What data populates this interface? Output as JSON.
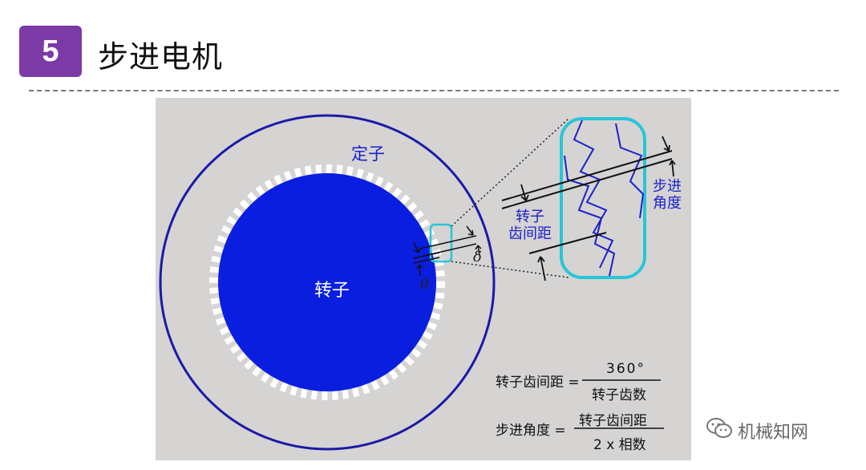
{
  "header": {
    "section_number": "5",
    "title": "步进电机"
  },
  "diagram": {
    "stator_label": "定子",
    "rotor_label": "转子",
    "delta_symbol": "δ",
    "theta_symbol": "θ",
    "tooth_pitch_label_line1": "转子",
    "tooth_pitch_label_line2": "齿间距",
    "step_angle_label_line1": "步进",
    "step_angle_label_line2": "角度"
  },
  "formulas": {
    "f1_lhs": "转子齿间距 =",
    "f1_numerator": "360°",
    "f1_denominator": "转子齿数",
    "f2_lhs": "步进角度 =",
    "f2_numerator": "转子齿间距",
    "f2_denominator": "2 x 相数"
  },
  "watermark": {
    "text": "机械知网",
    "icon": "wechat-icon"
  },
  "colors": {
    "badge": "#7b3aa6",
    "rotor": "#0a1ee0",
    "stator_ring": "#1a1aa8",
    "panel": "#d6d3d3",
    "callout": "#26c6d8"
  }
}
